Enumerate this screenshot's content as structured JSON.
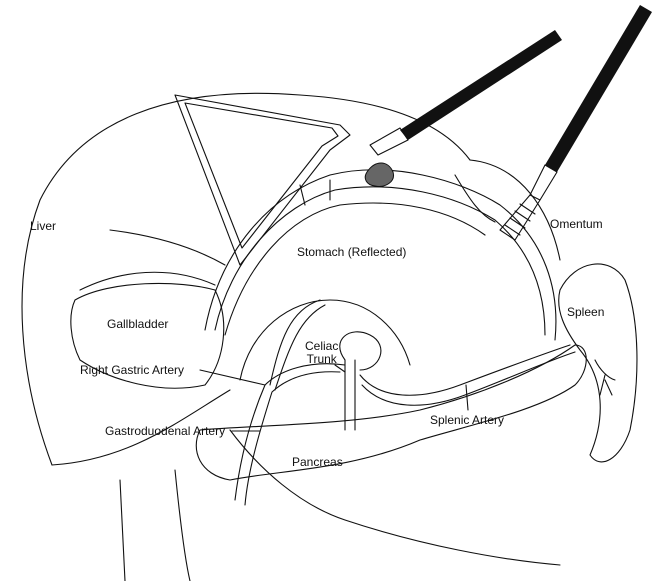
{
  "labels": {
    "liver": "Liver",
    "omentum": "Omentum",
    "stomach": "Stomach (Reflected)",
    "gallbladder": "Gallbladder",
    "spleen": "Spleen",
    "celiac_line1": "Celiac",
    "celiac_line2": "Trunk",
    "right_gastric": "Right Gastric Artery",
    "gastroduodenal": "Gastroduodenal Artery",
    "splenic_artery": "Splenic Artery",
    "pancreas": "Pancreas"
  },
  "colors": {
    "instrument": "#111111",
    "lesion": "#666666"
  }
}
